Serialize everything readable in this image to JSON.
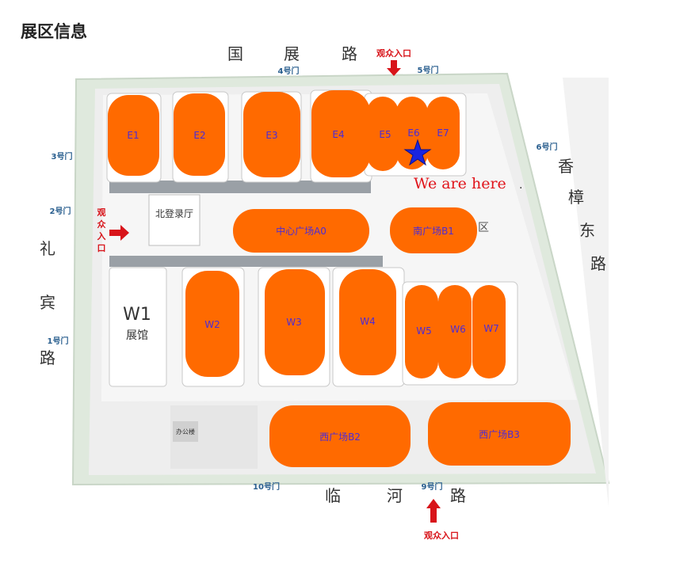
{
  "page": {
    "title": "展区信息"
  },
  "roads": {
    "north": [
      "国",
      "展",
      "路"
    ],
    "east": [
      "香",
      "樟",
      "东",
      "路"
    ],
    "west": [
      "礼",
      "宾",
      "路"
    ],
    "south": [
      "临",
      "河",
      "路"
    ]
  },
  "gates": {
    "g1": "1号门",
    "g2": "2号门",
    "g3": "3号门",
    "g4": "4号门",
    "g5": "5号门",
    "g6": "6号门",
    "g9": "9号门",
    "g10": "10号门"
  },
  "entrances": {
    "north": "观众入口",
    "west": [
      "观",
      "众",
      "入",
      "口"
    ],
    "south": "观众入口"
  },
  "halls": {
    "e1": "E1",
    "e2": "E2",
    "e3": "E3",
    "e4": "E4",
    "e5": "E5",
    "e6": "E6",
    "e7": "E7",
    "w2": "W2",
    "w3": "W3",
    "w4": "W4",
    "w5": "W5",
    "w6": "W6",
    "w7": "W7"
  },
  "w1": {
    "name": "W1",
    "sub": "展馆"
  },
  "buildings": {
    "registration": "北登录厅",
    "office": "办公楼",
    "zone_char": "区"
  },
  "plazas": {
    "a0": "中心广场A0",
    "b1": "南广场B1",
    "b2": "西广场B2",
    "b3": "西广场B3"
  },
  "marker": {
    "text": "We are here",
    "dot": ".",
    "hall": "E6",
    "icon": "star-icon"
  },
  "colors": {
    "hall": "#ff6a00",
    "label": "#4b2bd8",
    "marker": "#1a25e0",
    "entry": "#d8141a",
    "grass": "#dfe9dd"
  }
}
